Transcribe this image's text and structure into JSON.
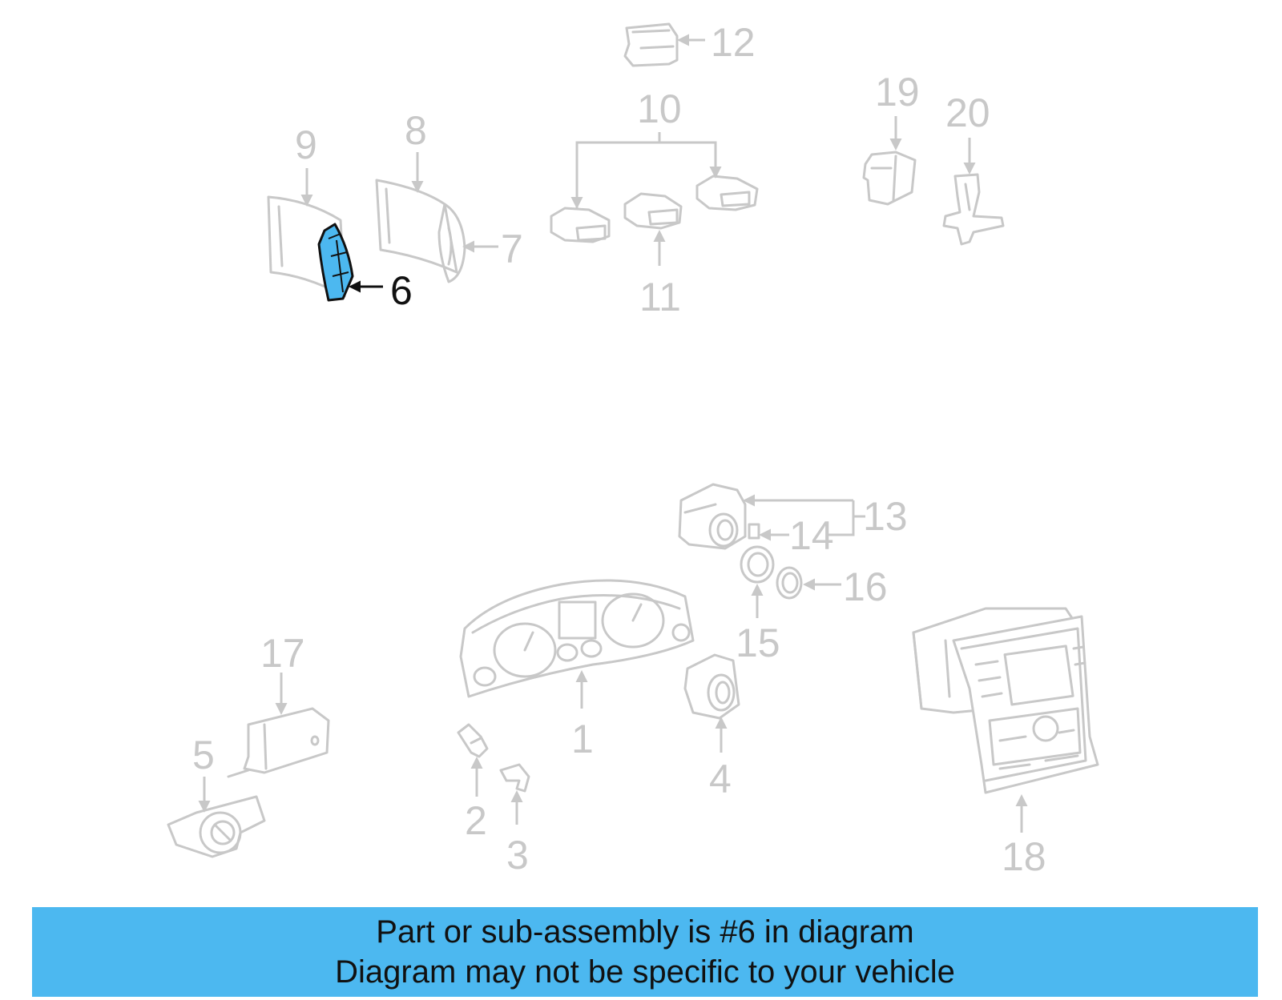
{
  "diagram": {
    "callouts": {
      "c1": "1",
      "c2": "2",
      "c3": "3",
      "c4": "4",
      "c5": "5",
      "c6": "6",
      "c7": "7",
      "c8": "8",
      "c9": "9",
      "c10": "10",
      "c11": "11",
      "c12": "12",
      "c13": "13",
      "c14": "14",
      "c15": "15",
      "c16": "16",
      "c17": "17",
      "c18": "18",
      "c19": "19",
      "c20": "20"
    },
    "highlighted_part": "6",
    "colors": {
      "highlight": "#4cb8f0",
      "outline": "#c8c8c8",
      "active_text": "#111111"
    }
  },
  "banner": {
    "line1": "Part or sub-assembly is #6 in diagram",
    "line2": "Diagram may not be specific to your vehicle"
  }
}
